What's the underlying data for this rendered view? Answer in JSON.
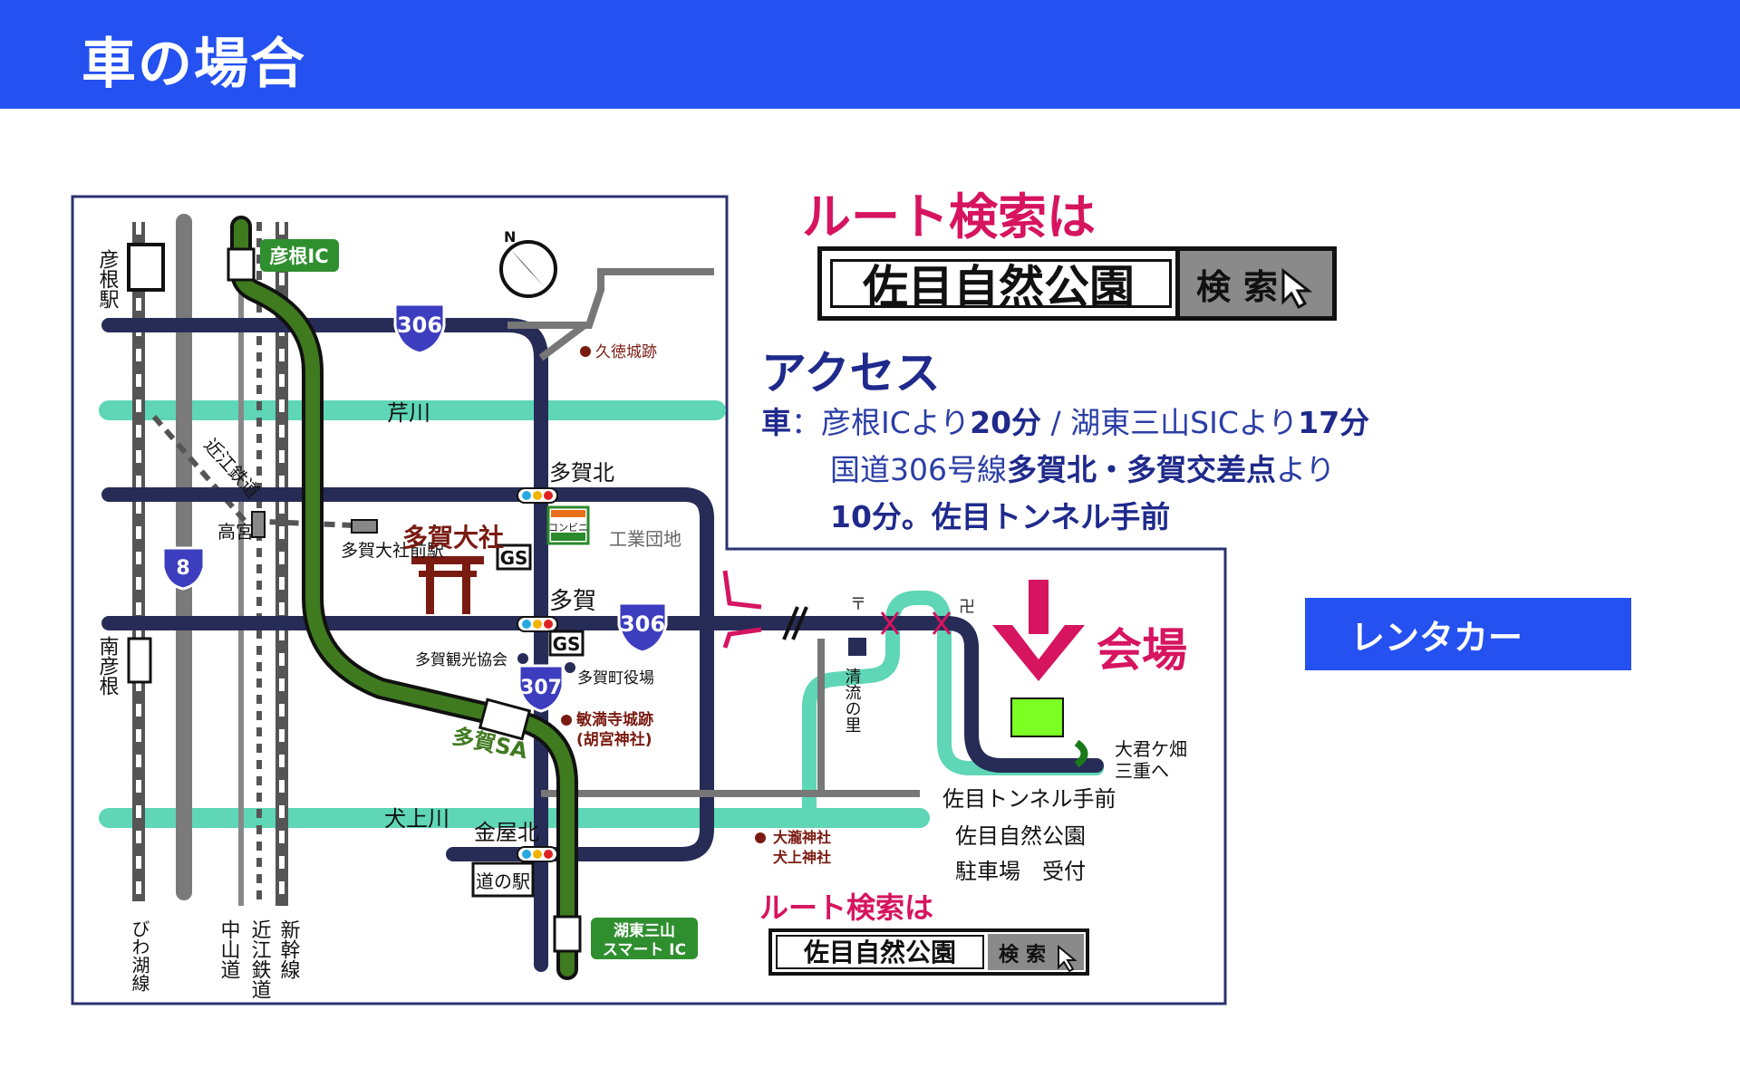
{
  "header": {
    "title": "車の場合"
  },
  "route_search": {
    "heading": "ルート検索は",
    "query": "佐目自然公園",
    "button_label": "検索"
  },
  "access": {
    "heading": "アクセス",
    "line1_prefix": "車",
    "line1_text": "：彦根ICより",
    "line1_min1": "20分",
    "line1_mid": " / 湖東三山SICより",
    "line1_min2": "17分",
    "line2_text": "国道306号線",
    "line2_bold": "多賀北・多賀交差点",
    "line2_suffix": "より",
    "line3_text": "10分。佐目トンネル手前"
  },
  "rental_car": {
    "label": "レンタカー"
  },
  "map": {
    "stations": {
      "hikone": "彦根駅",
      "minami_hikone": "南彦根",
      "takamiya": "高宮",
      "taga_taisha_mae": "多賀大社前駅"
    },
    "rail_lines": {
      "biwako": "びわ湖線",
      "nakasendo": "中山道",
      "ohmi": "近江鉄道",
      "shinkansen": "新幹線",
      "ohmi_diag": "近江鉄道"
    },
    "interchanges": {
      "hikone_ic": "彦根IC",
      "koto_sanzan": "湖東三山",
      "smart_ic": "スマート IC",
      "taga_sa": "多賀SA"
    },
    "rivers": {
      "serikawa": "芹川",
      "inukamigawa": "犬上川"
    },
    "route_numbers": {
      "r306_a": "306",
      "r306_b": "306",
      "r307": "307",
      "r8": "8"
    },
    "intersections": {
      "taga_kita": "多賀北",
      "taga": "多賀",
      "kanaya_kita": "金屋北"
    },
    "landmarks": {
      "kutoku": "久徳城跡",
      "taga_taisha": "多賀大社",
      "gs": "GS",
      "konbini": "コンビニ",
      "kogyo": "工業団地",
      "kanko": "多賀観光協会",
      "yakuba": "多賀町役場",
      "binman_1": "敏満寺城跡",
      "binman_2": "(胡宮神社)",
      "michinoeki": "道の駅",
      "otaki_1": "大瀧神社",
      "otaki_2": "犬上神社",
      "seiryu": "清流の里",
      "venue": "会場",
      "okimi_1": "大君ケ畑",
      "okimi_2": "三重へ",
      "tunnel": "佐目トンネル手前",
      "park": "佐目自然公園",
      "parking": "駐車場　受付",
      "route_small": "ルート検索は",
      "query_small": "佐目自然公園",
      "btn_small": "検索"
    }
  },
  "colors": {
    "header_blue": "#2451f0",
    "road_navy": "#272c57",
    "river_mint": "#5fd6b6",
    "expressway_green": "#3f7a1f",
    "accent_pink": "#d6145f",
    "access_blue": "#1f2a8c",
    "venue_green": "#7cff23"
  },
  "icons": [
    "compass-icon",
    "torii-icon",
    "cursor-icon",
    "signal-icon",
    "route-shield-icon",
    "temple-icon"
  ]
}
